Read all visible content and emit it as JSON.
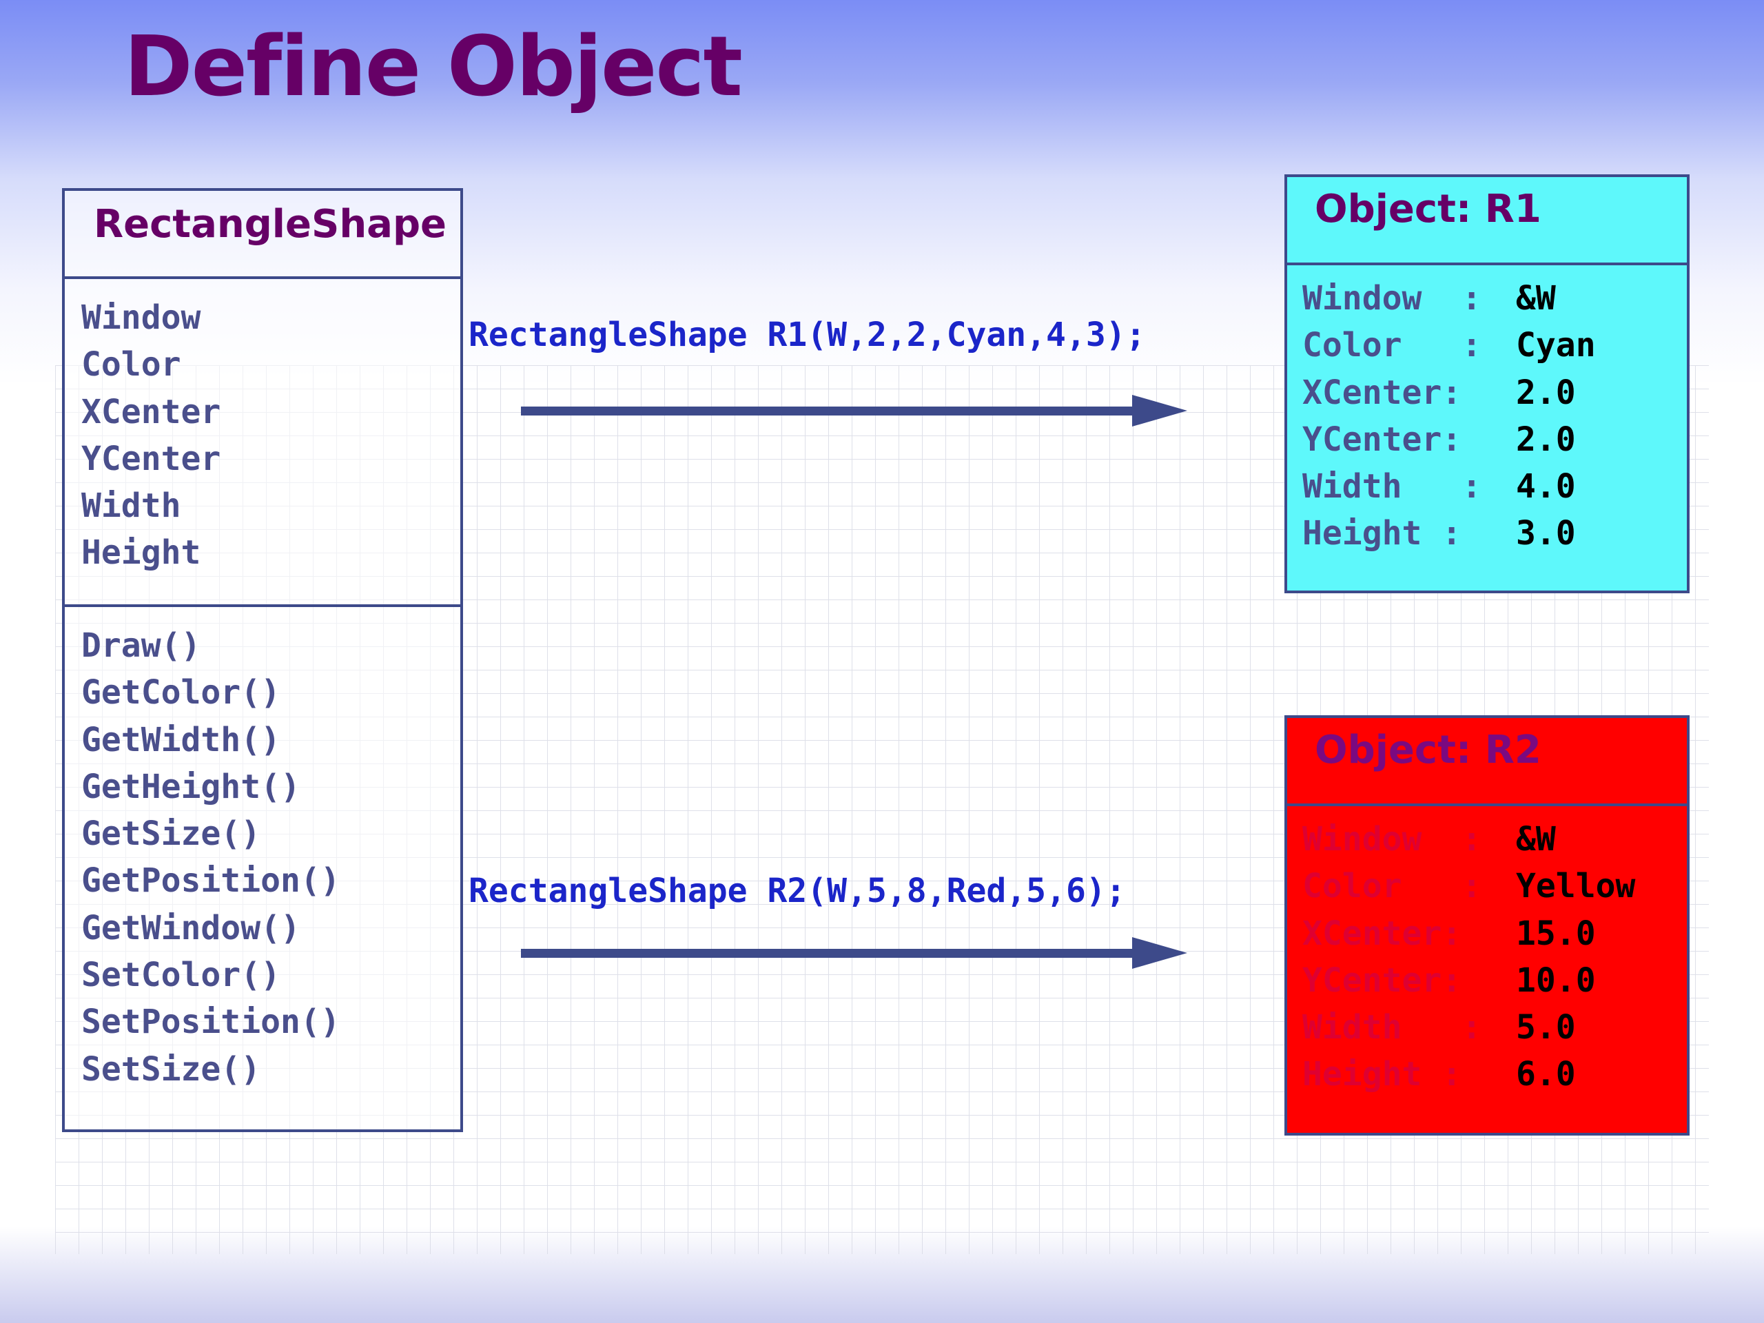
{
  "title": "Define Object",
  "class_box": {
    "name": "RectangleShape",
    "attributes": [
      "Window",
      "Color",
      "XCenter",
      "YCenter",
      "Width",
      "Height"
    ],
    "methods": [
      "Draw()",
      "GetColor()",
      "GetWidth()",
      "GetHeight()",
      "GetSize()",
      "GetPosition()",
      "GetWindow()",
      "SetColor()",
      "SetPosition()",
      "SetSize()"
    ]
  },
  "calls": {
    "r1": "RectangleShape R1(W,2,2,Cyan,4,3);",
    "r2": "RectangleShape R2(W,5,8,Red,5,6);"
  },
  "objects": {
    "r1": {
      "header": "Object: R1",
      "color": "#5ef8fb",
      "rows": [
        {
          "key": "Window  :",
          "value": "&W"
        },
        {
          "key": "Color   :",
          "value": "Cyan"
        },
        {
          "key": "XCenter:",
          "value": "2.0"
        },
        {
          "key": "YCenter:",
          "value": "2.0"
        },
        {
          "key": "Width   :",
          "value": "4.0"
        },
        {
          "key": "Height :",
          "value": "3.0"
        }
      ]
    },
    "r2": {
      "header": "Object: R2",
      "color": "#ff0000",
      "rows": [
        {
          "key": "Window  :",
          "value": "&W"
        },
        {
          "key": "Color   :",
          "value": "Yellow"
        },
        {
          "key": "XCenter:",
          "value": "15.0"
        },
        {
          "key": "YCenter:",
          "value": "10.0"
        },
        {
          "key": "Width   :",
          "value": "5.0"
        },
        {
          "key": "Height :",
          "value": "6.0"
        }
      ]
    }
  },
  "colors": {
    "title": "#660066",
    "border": "#3d4a8a",
    "call_text": "#1b25c9",
    "arrow": "#3d4a8a"
  }
}
